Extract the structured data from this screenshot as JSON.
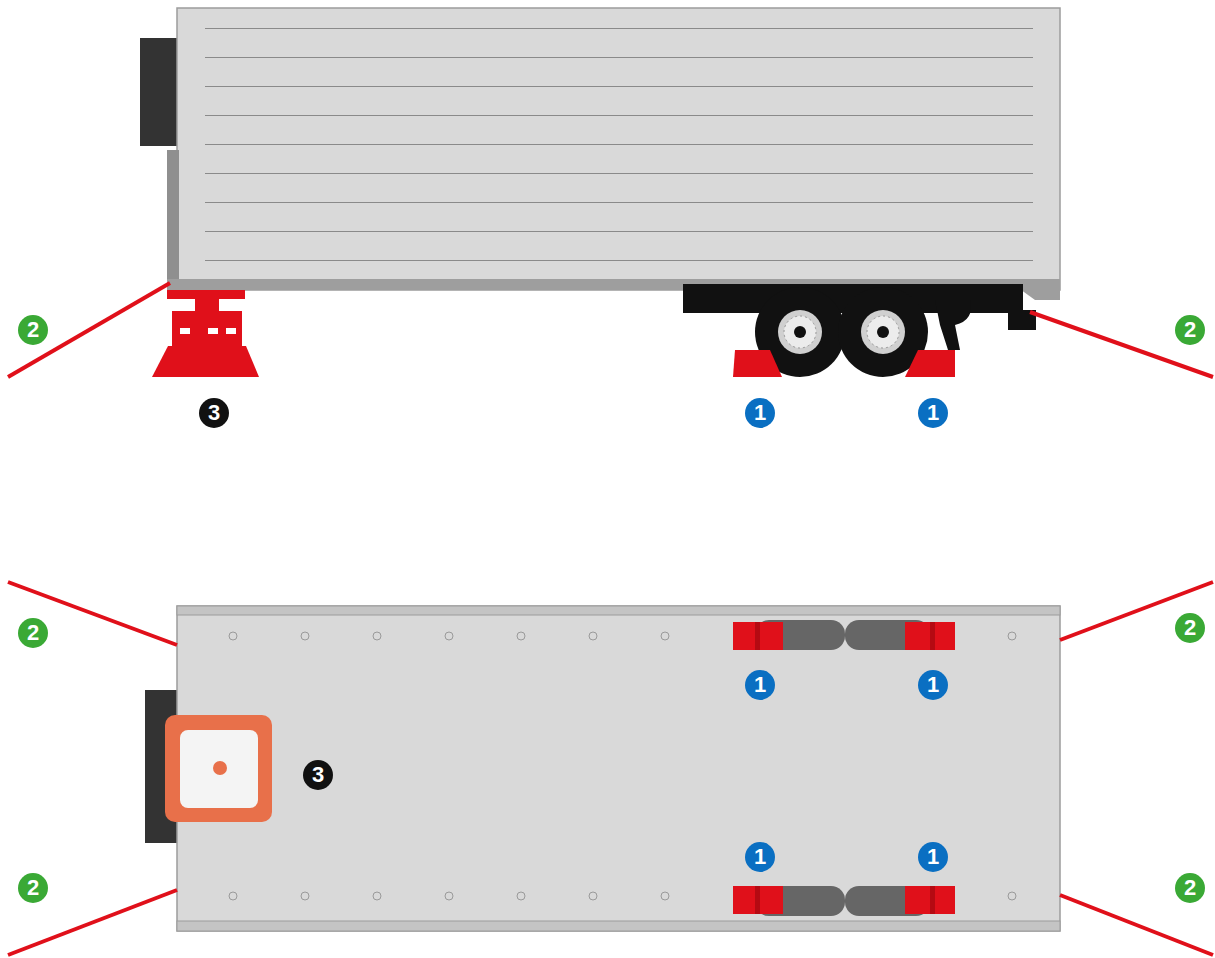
{
  "diagram": {
    "labels": [
      "2",
      "2",
      "3",
      "1",
      "1",
      "2",
      "2",
      "1",
      "1",
      "3",
      "1",
      "1",
      "2",
      "2"
    ]
  }
}
